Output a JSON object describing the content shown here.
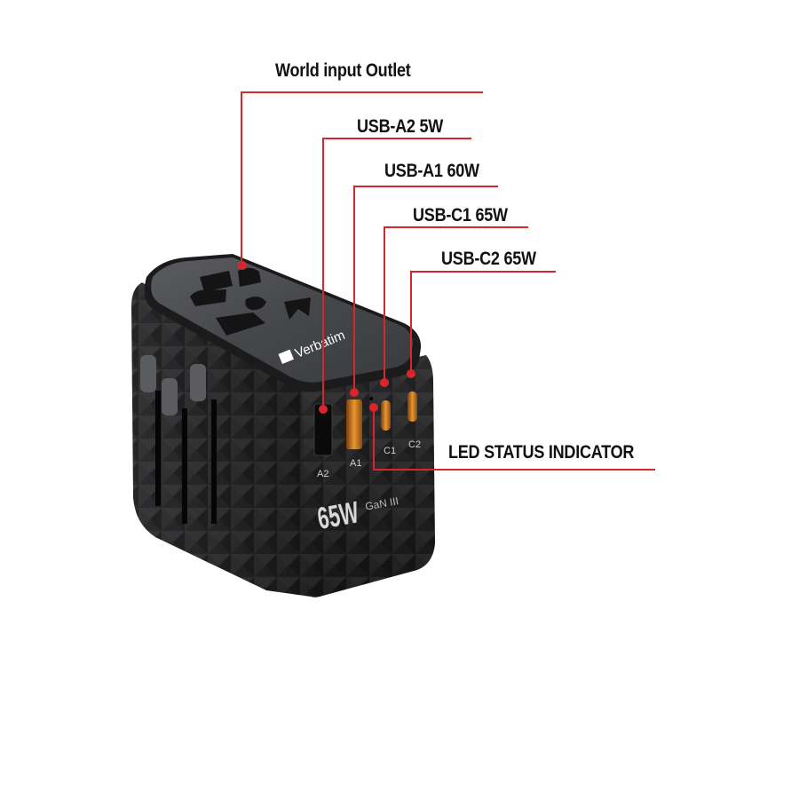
{
  "diagram": {
    "product": {
      "brand": "Verbatim",
      "power_rating": "65W",
      "technology": "GaN III",
      "port_markings": [
        "A2",
        "A1",
        "C1",
        "C2"
      ]
    },
    "callouts": [
      {
        "id": "world-input-outlet",
        "label": "World input Outlet"
      },
      {
        "id": "usb-a2",
        "label": "USB-A2 5W"
      },
      {
        "id": "usb-a1",
        "label": "USB-A1 60W"
      },
      {
        "id": "usb-c1",
        "label": "USB-C1 65W"
      },
      {
        "id": "usb-c2",
        "label": "USB-C2 65W"
      },
      {
        "id": "led-status-indicator",
        "label": "LED STATUS INDICATOR"
      }
    ],
    "colors": {
      "leader_line": "#d7262e",
      "body": "#1c1c1e",
      "top_plate": "#4a4c4f",
      "port_accent": "#d98a2b"
    }
  }
}
